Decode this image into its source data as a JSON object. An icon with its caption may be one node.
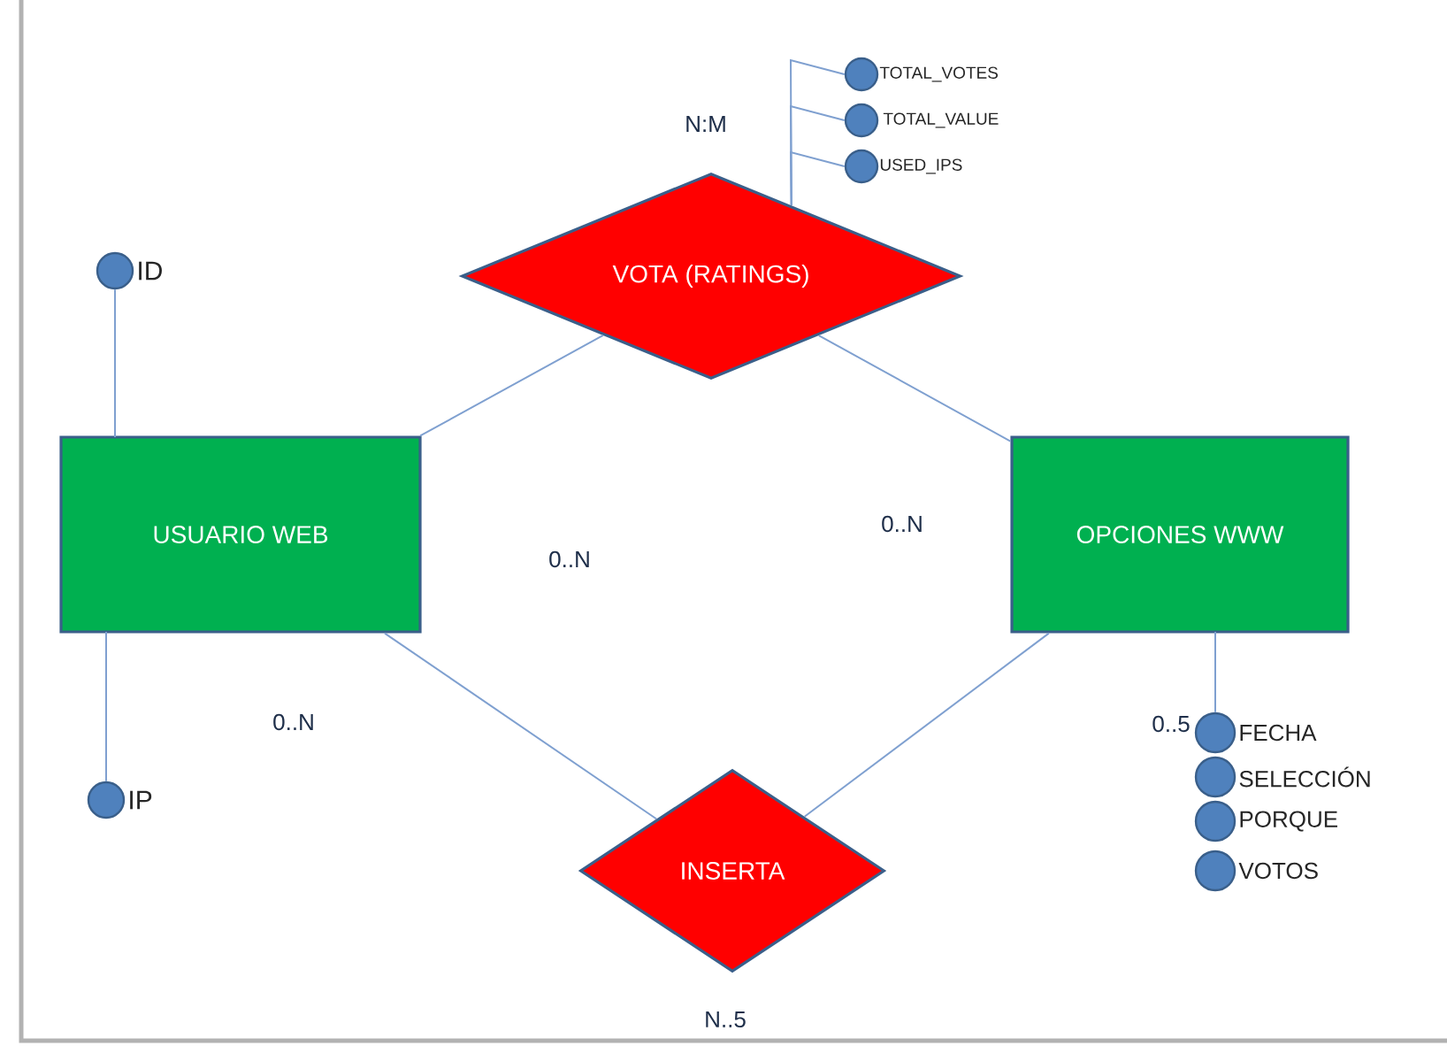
{
  "diagram": {
    "nodes": [
      {
        "text": [
          "USUARIO WEB"
        ]
      },
      {
        "text": [
          "VOTA (RATINGS)"
        ]
      },
      {
        "text": [
          "OPCIONES WWW"
        ]
      },
      {
        "text": [
          "INSERTA"
        ]
      },
      {
        "text": [],
        "shape": "circle",
        "beside": [
          "ID"
        ]
      },
      {
        "text": [],
        "shape": "circle",
        "beside": [
          "IP"
        ]
      },
      {
        "text": [],
        "shape": "circle",
        "beside": [
          "TOTAL_VOTES"
        ]
      },
      {
        "text": [],
        "shape": "circle",
        "beside": [
          "TOTAL_VALUE"
        ]
      },
      {
        "text": [],
        "shape": "circle",
        "beside": [
          "USED_IPS"
        ]
      },
      {
        "text": [],
        "shape": "circle",
        "beside": [
          "FECHA"
        ]
      },
      {
        "text": [],
        "shape": "circle",
        "beside": [
          "SELECCIÓN"
        ]
      },
      {
        "text": [],
        "shape": "circle",
        "beside": [
          "PORQUE"
        ]
      },
      {
        "text": [],
        "shape": "circle",
        "beside": [
          "VOTOS"
        ]
      }
    ],
    "edges": [
      {
        "from": 4,
        "to": 0,
        "arrow": "none"
      },
      {
        "from": 0,
        "to": 5,
        "arrow": "none"
      },
      {
        "from": 0,
        "to": 1,
        "arrow": "none"
      },
      {
        "from": 1,
        "to": 2,
        "arrow": "none"
      },
      {
        "from": 0,
        "to": 3,
        "arrow": "none"
      },
      {
        "from": 3,
        "to": 2,
        "arrow": "none"
      },
      {
        "from": 2,
        "to": 9,
        "arrow": "none"
      },
      {
        "from": 1,
        "to": 6,
        "arrow": "none"
      },
      {
        "from": 1,
        "to": 7,
        "arrow": "none"
      },
      {
        "from": 1,
        "to": 8,
        "arrow": "none"
      }
    ],
    "labels": [
      "N:M",
      "0..N",
      "0..N",
      "0..N",
      "0..5",
      "N..5"
    ]
  }
}
